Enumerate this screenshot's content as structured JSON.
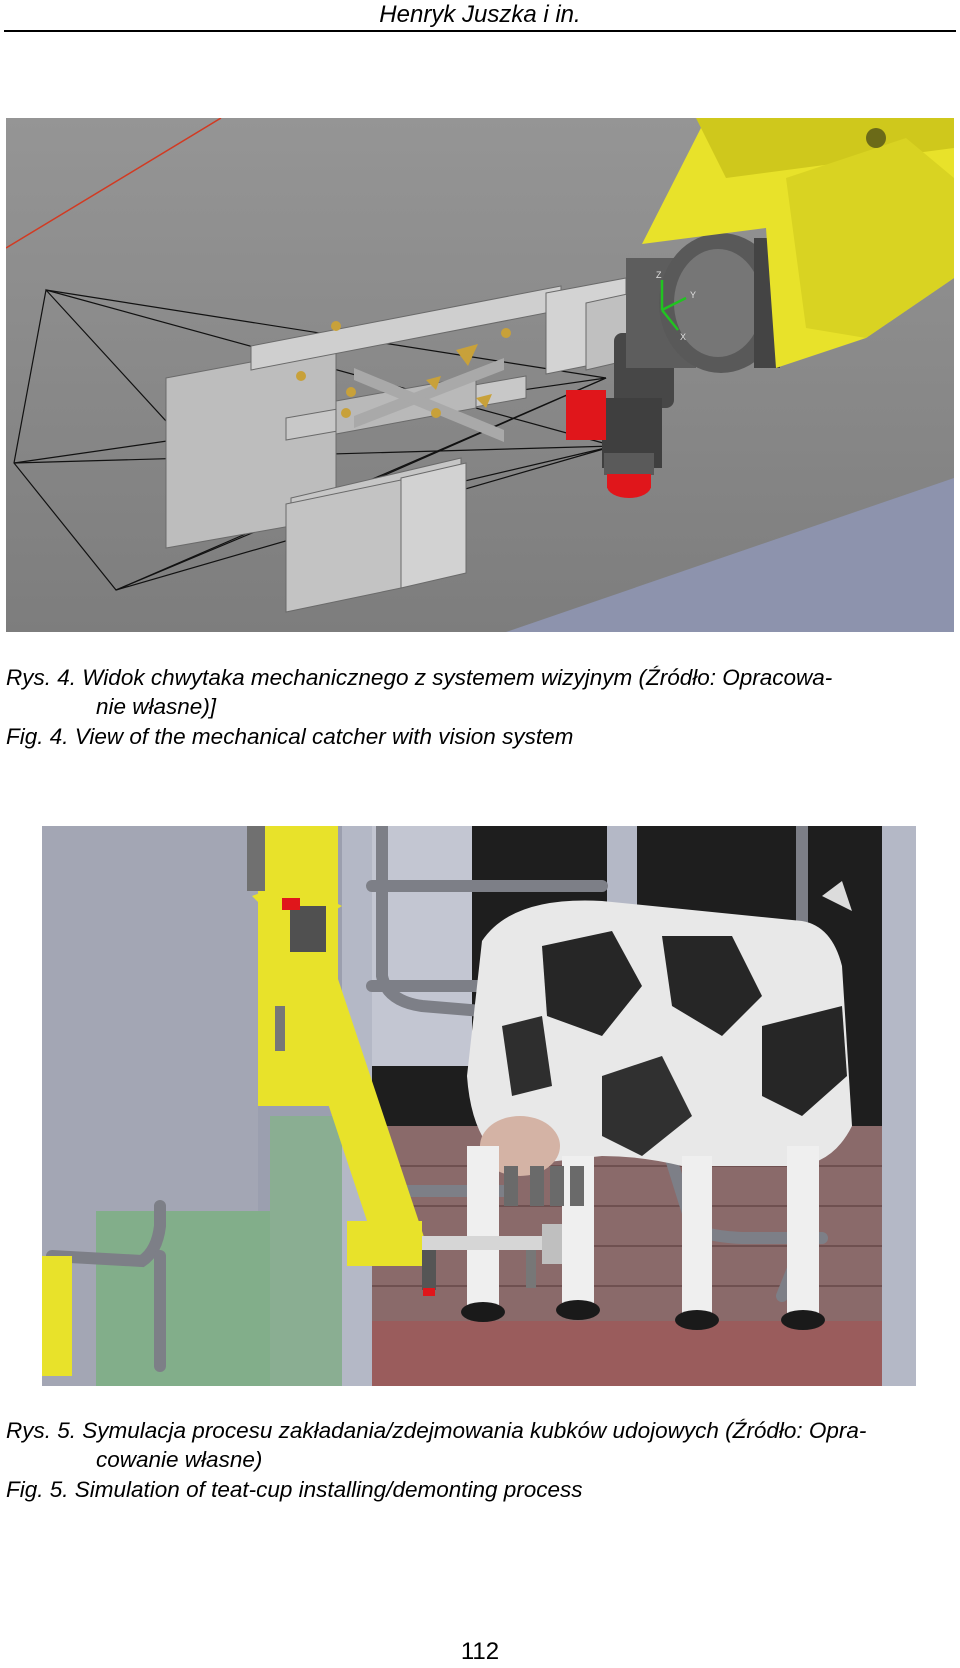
{
  "header": {
    "authors": "Henryk Juszka i in."
  },
  "figure4": {
    "caption_pl_line1": "Rys. 4. Widok chwytaka mechanicznego z systemem wizyjnym (Źródło: Opracowa-",
    "caption_pl_line2": "nie własne)]",
    "caption_en": "Fig. 4. View of the mechanical catcher with vision system",
    "axis_labels": {
      "z": "Z",
      "y": "Y",
      "x": "X"
    }
  },
  "figure5": {
    "caption_pl_line1": "Rys. 5. Symulacja procesu zakładania/zdejmowania kubków udojowych (Źródło: Opra-",
    "caption_pl_line2": "cowanie własne)",
    "caption_en": "Fig. 5. Simulation of teat-cup installing/demonting process"
  },
  "footer": {
    "page_number": "112"
  },
  "colors": {
    "robot_yellow": "#e8e22a",
    "gripper_red": "#e0161b",
    "scene_gray": "#8c8c8c",
    "floor_blue": "#8d93ad",
    "cow_black": "#262626",
    "background_dark": "#1e1e1e"
  }
}
